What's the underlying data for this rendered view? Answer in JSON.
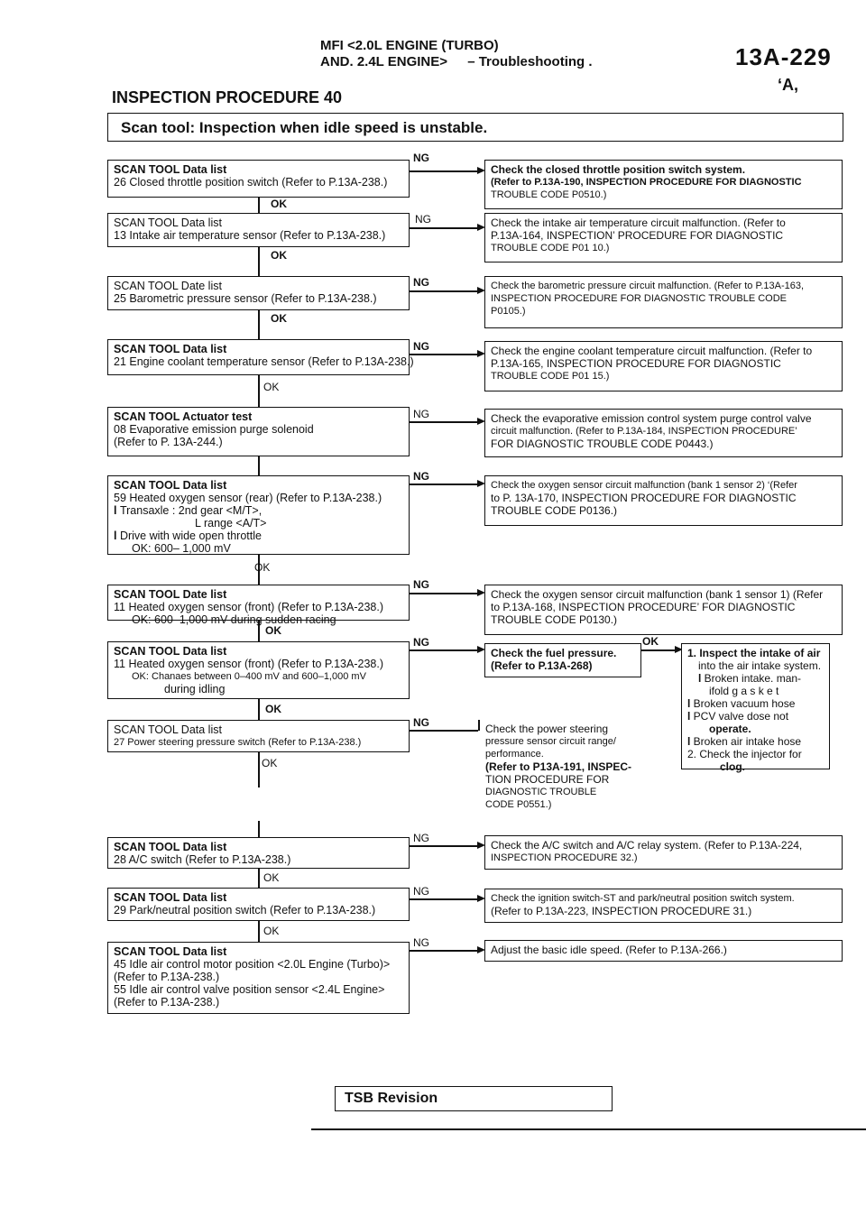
{
  "header": {
    "line1_prefix": "MFI <2.0L",
    "line1_main": "ENGINE (TURBO)",
    "line2_prefix": "AND. 2.4L",
    "line2_main": "ENGINE>",
    "line2_tail": "– Troubleshooting .",
    "page_number": "13A-229",
    "mark": "‘A,"
  },
  "procedure_title": "INSPECTION PROCEDURE 40",
  "banner": "Scan tool: Inspection when idle speed is unstable.",
  "labels": {
    "ng": "NG",
    "ok": "OK"
  },
  "steps": [
    {
      "title": "SCAN TOOL Data list",
      "lines": [
        "26 Closed throttle position switch (Refer to P.13A-238.)"
      ]
    },
    {
      "title": "SCAN TOOL Data list",
      "lines": [
        "13 Intake air temperature sensor (Refer to P.13A-238.)"
      ]
    },
    {
      "title": "SCAN TOOL Date list",
      "lines": [
        "25 Barometric pressure sensor (Refer to P.13A-238.)"
      ]
    },
    {
      "title": "SCAN TOOL Data list",
      "lines": [
        "21 Engine coolant temperature sensor (Refer to P.13A-238.)"
      ]
    },
    {
      "title": "SCAN TOOL Actuator test",
      "lines": [
        "08 Evaporative emission purge solenoid",
        "(Refer to P. 13A-244.)"
      ]
    },
    {
      "title": "SCAN TOOL Data list",
      "lines": [
        "59 Heated oxygen sensor (rear) (Refer to P.13A-238.)",
        "Transaxle : 2nd gear <M/T>,",
        "L range <A/T>",
        "Drive with wide open throttle",
        "OK: 600– 1,000 mV"
      ]
    },
    {
      "title": "SCAN TOOL Date list",
      "lines": [
        "11 Heated oxygen sensor (front) (Refer to P.13A-238.)",
        "OK: 600–1,000 mV during sudden racing"
      ]
    },
    {
      "title": "SCAN TOOL Data list",
      "lines": [
        "11 Heated oxygen sensor (front) (Refer to P.13A-238.)",
        "OK: Chanaes between 0–400 mV and 600–1,000 mV",
        "during idling"
      ]
    },
    {
      "title": "SCAN TOOL Data list",
      "lines": [
        "27 Power steering pressure switch (Refer to P.13A-238.)"
      ]
    },
    {
      "title": "SCAN TOOL Data list",
      "lines": [
        "28 A/C switch (Refer to P.13A-238.)"
      ]
    },
    {
      "title": "SCAN TOOL Data list",
      "lines": [
        "29 Park/neutral position switch (Refer to P.13A-238.)"
      ]
    },
    {
      "title": "SCAN TOOL Data list",
      "lines": [
        "45 Idle air control motor position <2.0L Engine (Turbo)>",
        "(Refer to P.13A-238.)",
        "55 Idle air control valve position sensor <2.4L Engine>",
        "(Refer to P.13A-238.)"
      ]
    }
  ],
  "results": [
    {
      "lines": [
        "Check the closed throttle position switch system.",
        "(Refer to P.13A-190, INSPECTION PROCEDURE FOR DIAGNOSTIC",
        "TROUBLE CODE P0510.)"
      ]
    },
    {
      "lines": [
        "Check the intake air temperature circuit malfunction. (Refer to",
        "P.13A-164, INSPECTION’ PROCEDURE FOR DIAGNOSTIC",
        "TROUBLE CODE P01 10.)"
      ]
    },
    {
      "lines": [
        "Check the barometric pressure circuit malfunction. (Refer to P.13A-163,",
        "INSPECTION PROCEDURE FOR DIAGNOSTIC TROUBLE CODE",
        "P0105.)"
      ]
    },
    {
      "lines": [
        "Check the engine coolant temperature circuit malfunction. (Refer to",
        "P.13A-165, INSPECTION PROCEDURE FOR DIAGNOSTIC",
        "TROUBLE CODE P01 15.)"
      ]
    },
    {
      "lines": [
        "Check the evaporative emission control system purge control valve",
        "circuit malfunction. (Refer to P.13A-184, INSPECTION PROCEDURE’",
        "FOR DIAGNOSTIC TROUBLE CODE P0443.)"
      ]
    },
    {
      "lines": [
        "Check the oxygen sensor circuit malfunction (bank 1 sensor 2) ‘(Refer",
        "to P. 13A-170, INSPECTION PROCEDURE FOR DIAGNOSTIC",
        "TROUBLE CODE P0136.)"
      ]
    },
    {
      "lines": [
        "Check the oxygen sensor circuit malfunction (bank 1 sensor 1) (Refer",
        "to P.13A-168, INSPECTION PROCEDURE’ FOR DIAGNOSTIC",
        "TROUBLE CODE P0130.)"
      ]
    },
    {
      "lines": [
        "Check the fuel pressure.",
        "(Refer to P.13A-268)"
      ]
    },
    {
      "lines": [
        "Check the power steering",
        "pressure sensor circuit range/",
        "performance.",
        "(Refer to P13A-191, INSPEC-",
        "TION PROCEDURE FOR",
        "DIAGNOSTIC TROUBLE",
        "CODE P0551.)"
      ]
    },
    {
      "lines": [
        "Check the A/C switch and A/C relay system. (Refer to P.13A-224,",
        "INSPECTION PROCEDURE 32.)"
      ]
    },
    {
      "lines": [
        "Check the ignition switch-ST and park/neutral position switch system.",
        "(Refer to P.13A-223, INSPECTION PROCEDURE 31.)"
      ]
    },
    {
      "lines": [
        "Adjust the basic idle speed. (Refer to P.13A-266.)"
      ]
    }
  ],
  "inspect_box": {
    "lines": [
      "1. Inspect the intake of air",
      "into the air intake system.",
      "Broken intake. man-",
      "ifold g a s k e t",
      "Broken vacuum hose",
      "PCV valve dose not",
      "operate.",
      "Broken air intake hose",
      "2. Check the injector for",
      "clog."
    ]
  },
  "footer": "TSB Revision"
}
